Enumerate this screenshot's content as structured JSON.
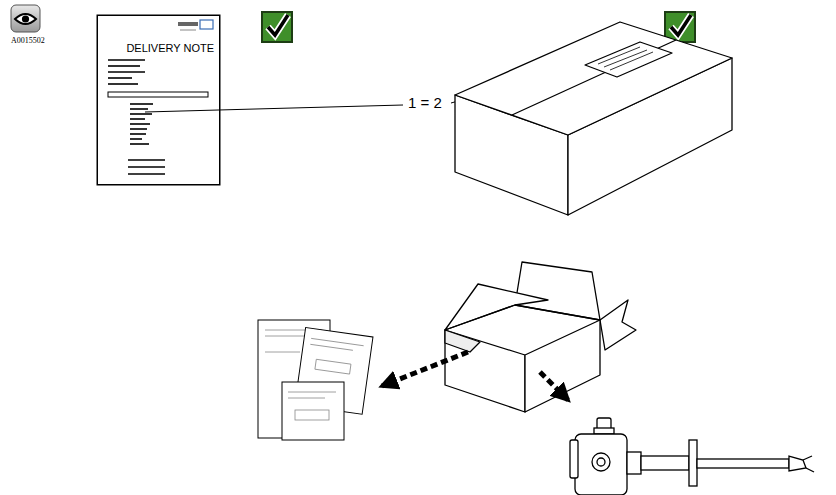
{
  "diagram": {
    "nodes": [
      {
        "text": [
          "DELIVERY NOTE"
        ]
      }
    ],
    "labels": [
      "A0015502",
      "1 = 2"
    ]
  }
}
